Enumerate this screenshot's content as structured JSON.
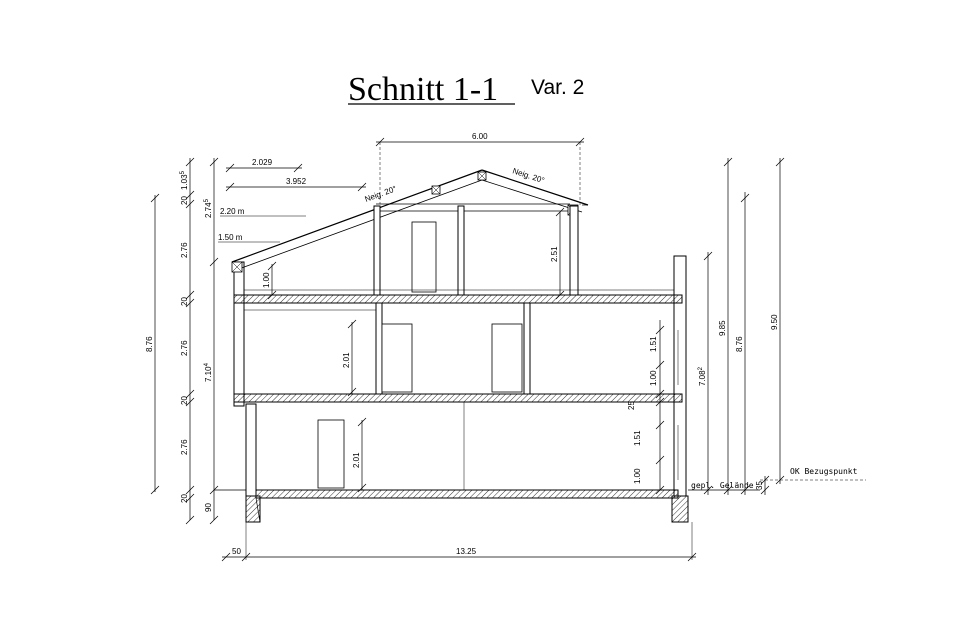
{
  "title": "Schnitt 1-1",
  "variant": "Var. 2",
  "top_dims": {
    "ridge_width": "6.00",
    "d1": "2.029",
    "d2": "3.952",
    "h220": "2.20 m",
    "h150": "1.50 m"
  },
  "roof": {
    "pitch_left": "Neig. 20°",
    "pitch_right": "Neig. 20°"
  },
  "left_chain": [
    "1.03",
    "20",
    "2.74",
    "2.76",
    "20",
    "2.76",
    "20",
    "2.76",
    "20",
    "90"
  ],
  "left_chain_sup": {
    "top": "5",
    "attic": "5"
  },
  "left_overall": "8.76",
  "left_inner": "7.10",
  "left_inner_sup": "4",
  "interior": {
    "knee": "1.00",
    "attic_h": "2.51",
    "door_og": "2.01",
    "door_eg": "2.01",
    "sill_og_top": "1.51",
    "sill_og": "1.00",
    "gap": "25",
    "sill_eg_top": "1.51",
    "sill_eg": "1.00"
  },
  "right_chain": {
    "r1": "7.08",
    "r1_sup": "2",
    "r2": "9.85",
    "r3": "8.76",
    "r4": "9.50",
    "r5": "35"
  },
  "labels": {
    "ground": "gepl. Gelände",
    "ref": "OK Bezugspunkt"
  },
  "bottom_dims": {
    "wall": "50",
    "total": "13.25"
  }
}
